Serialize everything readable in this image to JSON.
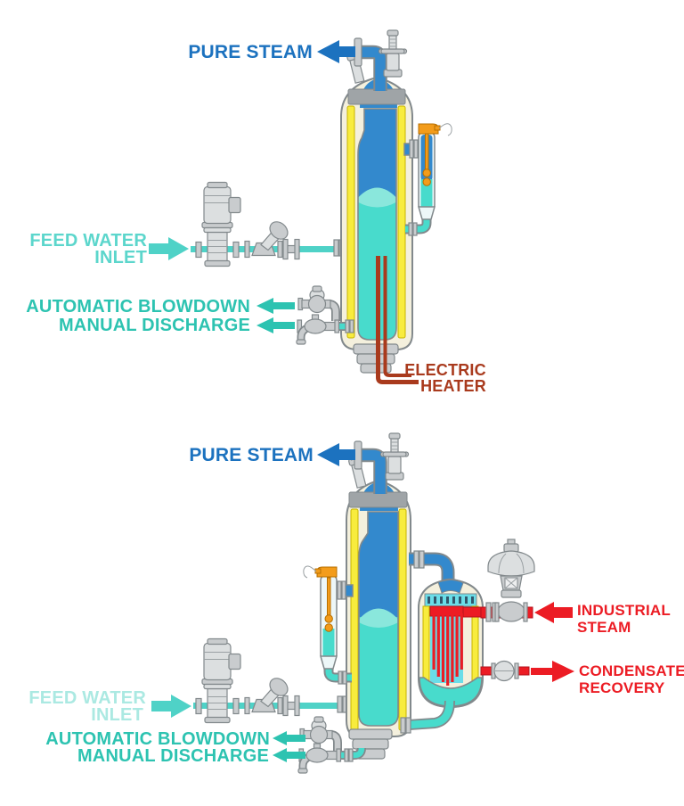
{
  "colors": {
    "pure_steam_blue": "#1C72BF",
    "steam_fill": "#3389CD",
    "water_fill": "#48DBCC",
    "water_meniscus": "#8AE7DC",
    "feed_label": "#5CD6CC",
    "feed_label_pale": "#ABE9E2",
    "feed_line": "#4FD2C7",
    "blowdown_teal": "#2DC3B1",
    "electric_heater_red": "#A93A1D",
    "industrial_red": "#EC1C24",
    "industrial_red_dark": "#B5121B",
    "jacket_yellow": "#F8EC3D",
    "jacket_stroke": "#C8B500",
    "vessel_cream": "#F4F0DD",
    "metal": "#C9CCCE",
    "metal_light": "#DCDFE0",
    "metal_stroke": "#82898C",
    "gauge_orange": "#F39C1B",
    "gauge_orange_stroke": "#B76F00",
    "tube_cyan": "#6ADDE8",
    "tubesheet_dark": "#31566B"
  },
  "top_diagram": {
    "labels": {
      "pure_steam": "PURE STEAM",
      "feed_water_1": "FEED WATER",
      "feed_water_2": "INLET",
      "automatic_blowdown": "AUTOMATIC BLOWDOWN",
      "manual_discharge": "MANUAL DISCHARGE",
      "electric_heater_1": "ELECTRIC",
      "electric_heater_2": "HEATER"
    }
  },
  "bottom_diagram": {
    "labels": {
      "pure_steam": "PURE STEAM",
      "feed_water_1": "FEED WATER",
      "feed_water_2": "INLET",
      "automatic_blowdown": "AUTOMATIC BLOWDOWN",
      "manual_discharge": "MANUAL DISCHARGE",
      "industrial_steam_1": "INDUSTRIAL",
      "industrial_steam_2": "STEAM",
      "condensate_recovery_1": "CONDENSATE",
      "condensate_recovery_2": "RECOVERY"
    }
  }
}
